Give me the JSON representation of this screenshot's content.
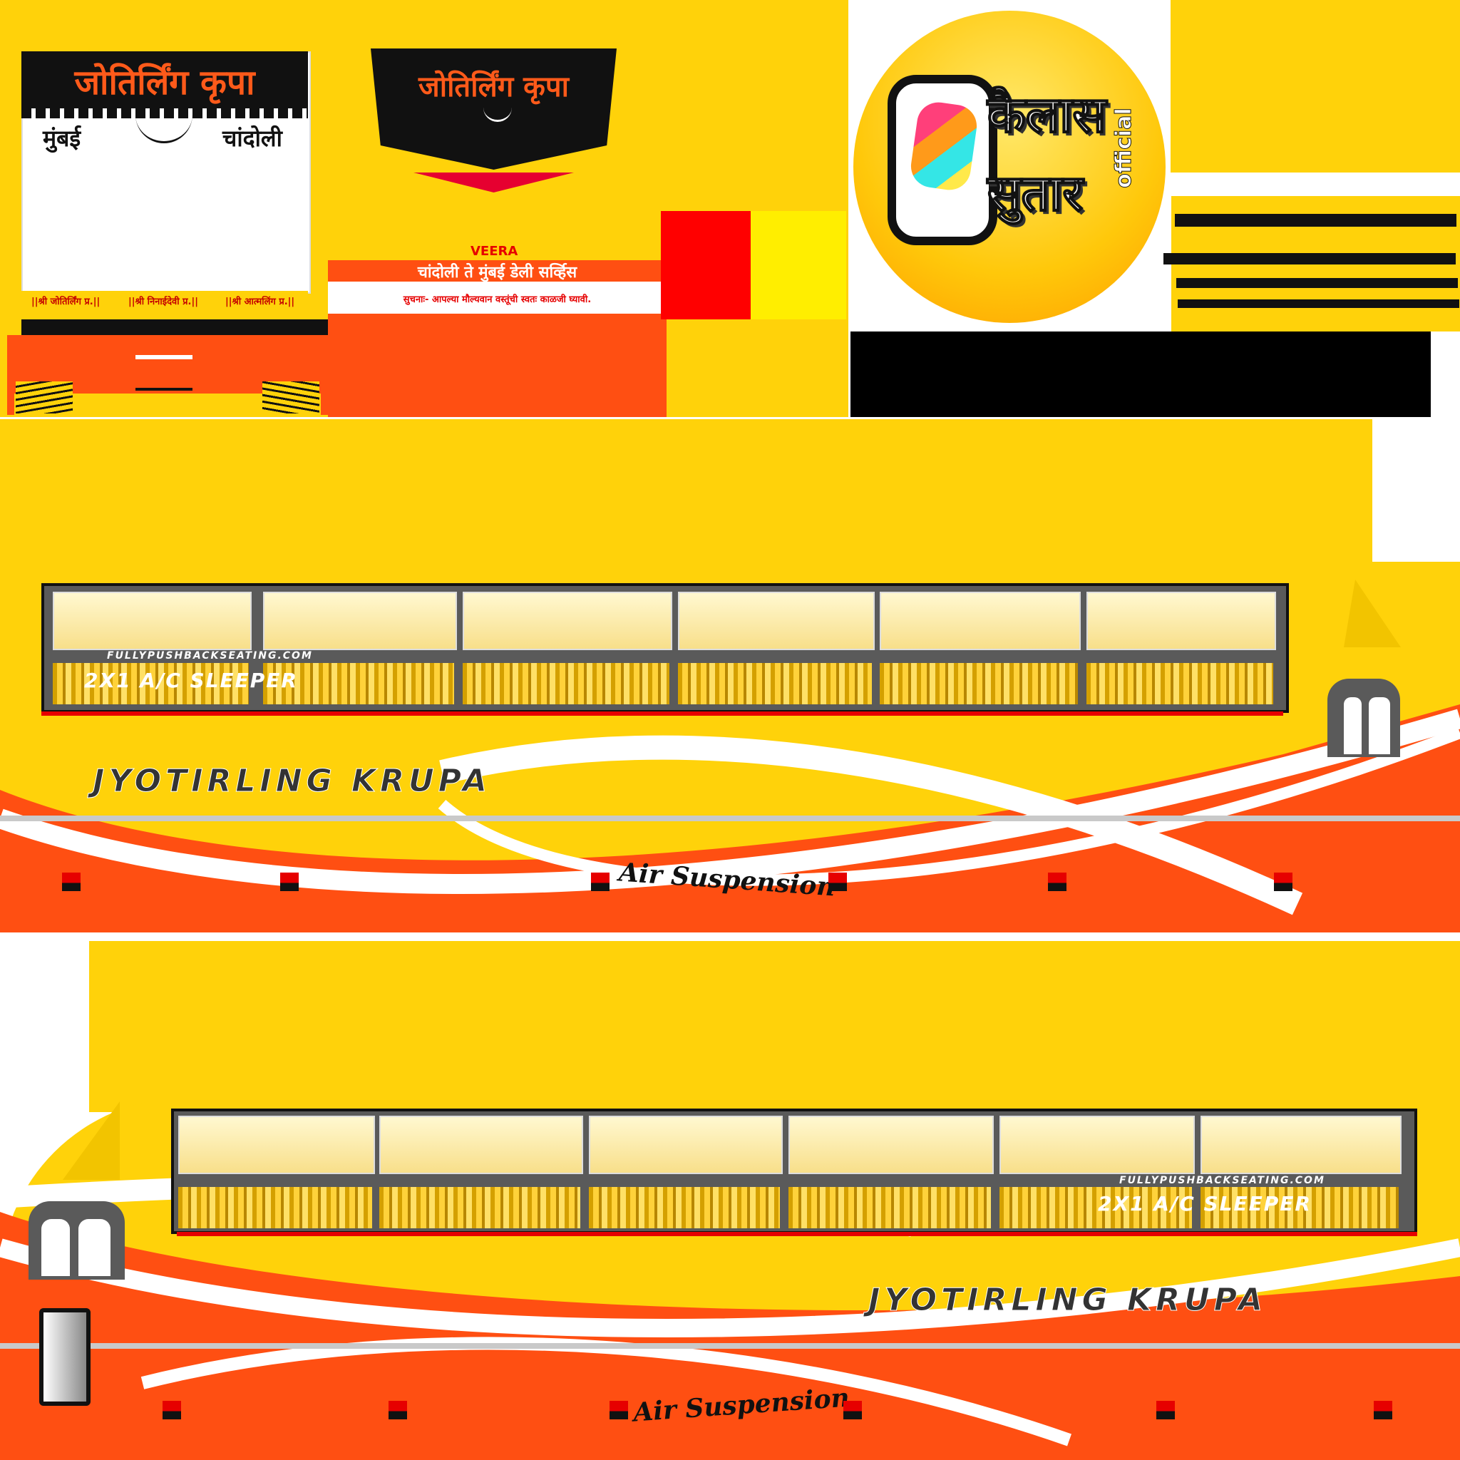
{
  "colors": {
    "yellow": "#ffd20a",
    "orange": "#ff4f12",
    "red": "#e60000",
    "black": "#111111",
    "grey": "#5a5a5a"
  },
  "front_panel": {
    "title": "जोतिर्लिंग कृपा",
    "city_left": "मुंबई",
    "city_right": "चांदोली",
    "blessings": [
      "||श्री जोतिर्लिंग प्र.||",
      "||श्री निनाईदेवी प्र.||",
      "||श्री आत्मलिंग प्र.||"
    ]
  },
  "rear_panel": {
    "title": "जोतिर्लिंग कृपा",
    "brand": "VEERA",
    "route": "चांदोली ते मुंबई डेली सर्व्हिस",
    "notice": "सुचनाः- आपल्या मौल्यवान वस्तूंची स्वतः काळजी घ्यावी."
  },
  "channel_logo": {
    "line1": "कैलास",
    "line2": "सुतार",
    "tag": "official"
  },
  "side_top": {
    "tagline": "FULLYPUSHBACKSEATING.COM",
    "type": "2X1 A/C SLEEPER",
    "name": "JYOTIRLING KRUPA",
    "feature": "Air Suspension"
  },
  "side_bottom": {
    "tagline": "FULLYPUSHBACKSEATING.COM",
    "type": "2X1 A/C SLEEPER",
    "name": "JYOTIRLING KRUPA",
    "feature": "Air Suspension"
  }
}
